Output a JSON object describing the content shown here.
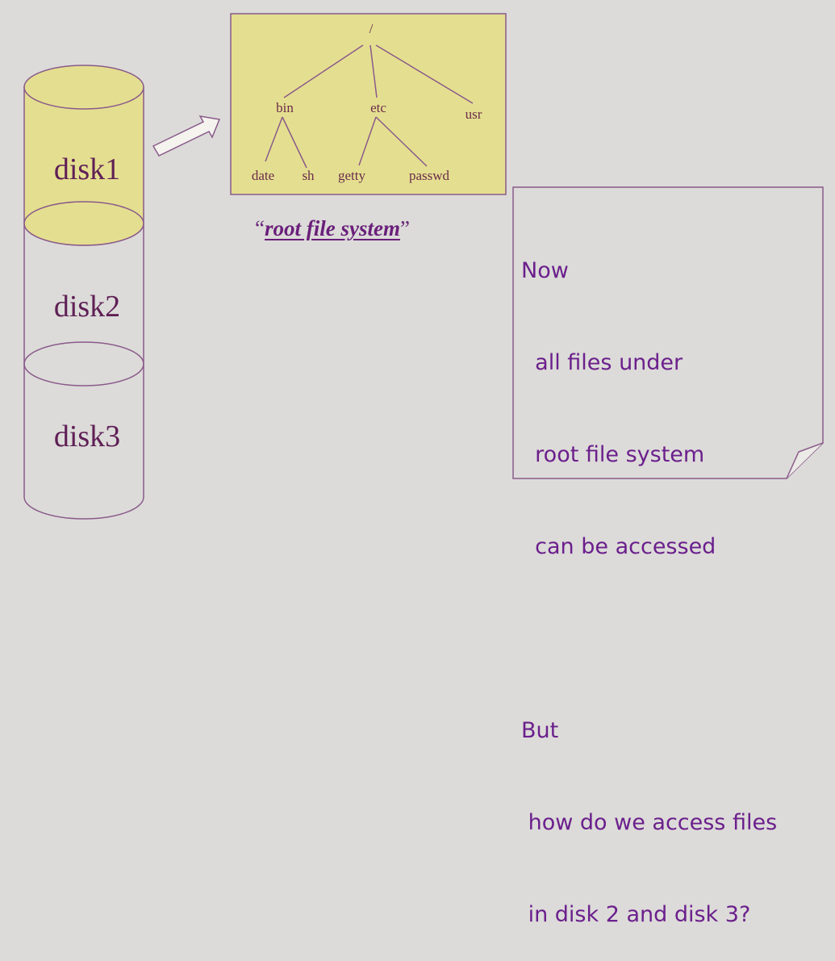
{
  "colors": {
    "background": "#dcdbd9",
    "highlight": "#e4df90",
    "outline": "#8a5a8a",
    "text_purple": "#6b1f8c"
  },
  "disks": [
    {
      "label": "disk1",
      "highlighted": true
    },
    {
      "label": "disk2",
      "highlighted": false
    },
    {
      "label": "disk3",
      "highlighted": false
    }
  ],
  "tree": {
    "root": "/",
    "level1": [
      "bin",
      "etc",
      "usr"
    ],
    "bin_children": [
      "date",
      "sh"
    ],
    "etc_children": [
      "getty",
      "passwd"
    ]
  },
  "caption": {
    "open_quote": "“",
    "text": "root file system",
    "close_quote": "”"
  },
  "note": {
    "lines": [
      "Now",
      "  all files under",
      "  root file system",
      "  can be accessed",
      "",
      "But",
      " how do we access files",
      " in disk 2 and disk 3?"
    ]
  }
}
